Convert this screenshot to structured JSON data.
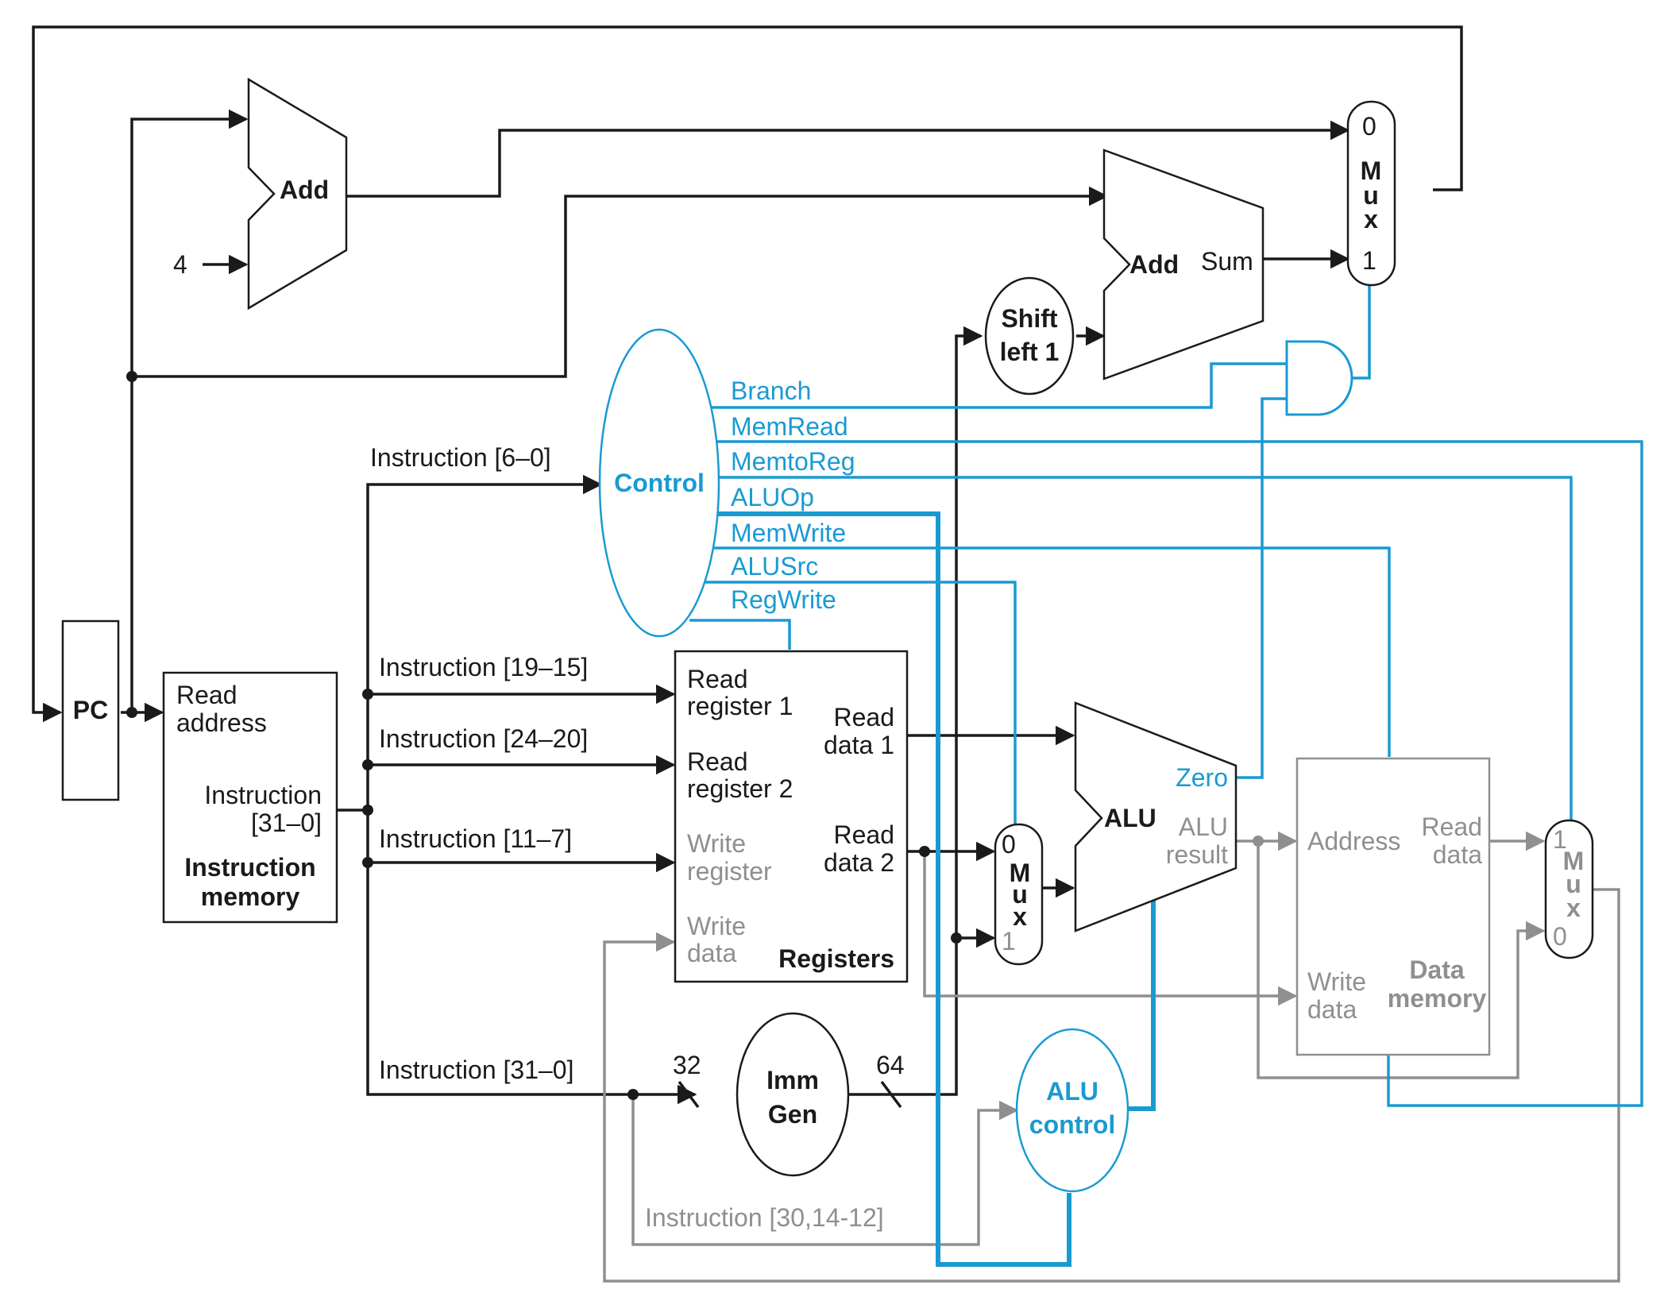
{
  "colors": {
    "black": "#1a1a1a",
    "control": "#1a9ad2",
    "inactive": "#8f8f8f"
  },
  "pc": {
    "label": "PC"
  },
  "add_pc": {
    "label": "Add",
    "const": "4"
  },
  "add_branch": {
    "label": "Add",
    "sum": "Sum"
  },
  "shift": {
    "line1": "Shift",
    "line2": "left 1"
  },
  "mux_top": {
    "m": "M",
    "u": "u",
    "x": "x",
    "in0": "0",
    "in1": "1"
  },
  "mux_alu": {
    "m": "M",
    "u": "u",
    "x": "x",
    "in0": "0",
    "in1": "1"
  },
  "mux_mem": {
    "m": "M",
    "u": "u",
    "x": "x",
    "in1": "1",
    "in0": "0"
  },
  "control": {
    "label": "Control",
    "signals": [
      "Branch",
      "MemRead",
      "MemtoReg",
      "ALUOp",
      "MemWrite",
      "ALUSrc",
      "RegWrite"
    ]
  },
  "imem": {
    "read_addr_1": "Read",
    "read_addr_2": "address",
    "instr_1": "Instruction",
    "instr_2": "[31–0]",
    "title_1": "Instruction",
    "title_2": "memory"
  },
  "fields": {
    "op": "Instruction [6–0]",
    "rs1": "Instruction [19–15]",
    "rs2": "Instruction [24–20]",
    "rd": "Instruction [11–7]",
    "all": "Instruction [31–0]",
    "func": "Instruction [30,14-12]"
  },
  "regs": {
    "rr1_a": "Read",
    "rr1_b": "register 1",
    "rr2_a": "Read",
    "rr2_b": "register 2",
    "wr_a": "Write",
    "wr_b": "register",
    "wd_a": "Write",
    "wd_b": "data",
    "rd1_a": "Read",
    "rd1_b": "data 1",
    "rd2_a": "Read",
    "rd2_b": "data 2",
    "title": "Registers"
  },
  "alu": {
    "label": "ALU",
    "zero": "Zero",
    "result_1": "ALU",
    "result_2": "result"
  },
  "dmem": {
    "address": "Address",
    "rd_1": "Read",
    "rd_2": "data",
    "wd_1": "Write",
    "wd_2": "data",
    "title_1": "Data",
    "title_2": "memory"
  },
  "immgen": {
    "line1": "Imm",
    "line2": "Gen",
    "in_width": "32",
    "out_width": "64"
  },
  "alucontrol": {
    "line1": "ALU",
    "line2": "control"
  }
}
